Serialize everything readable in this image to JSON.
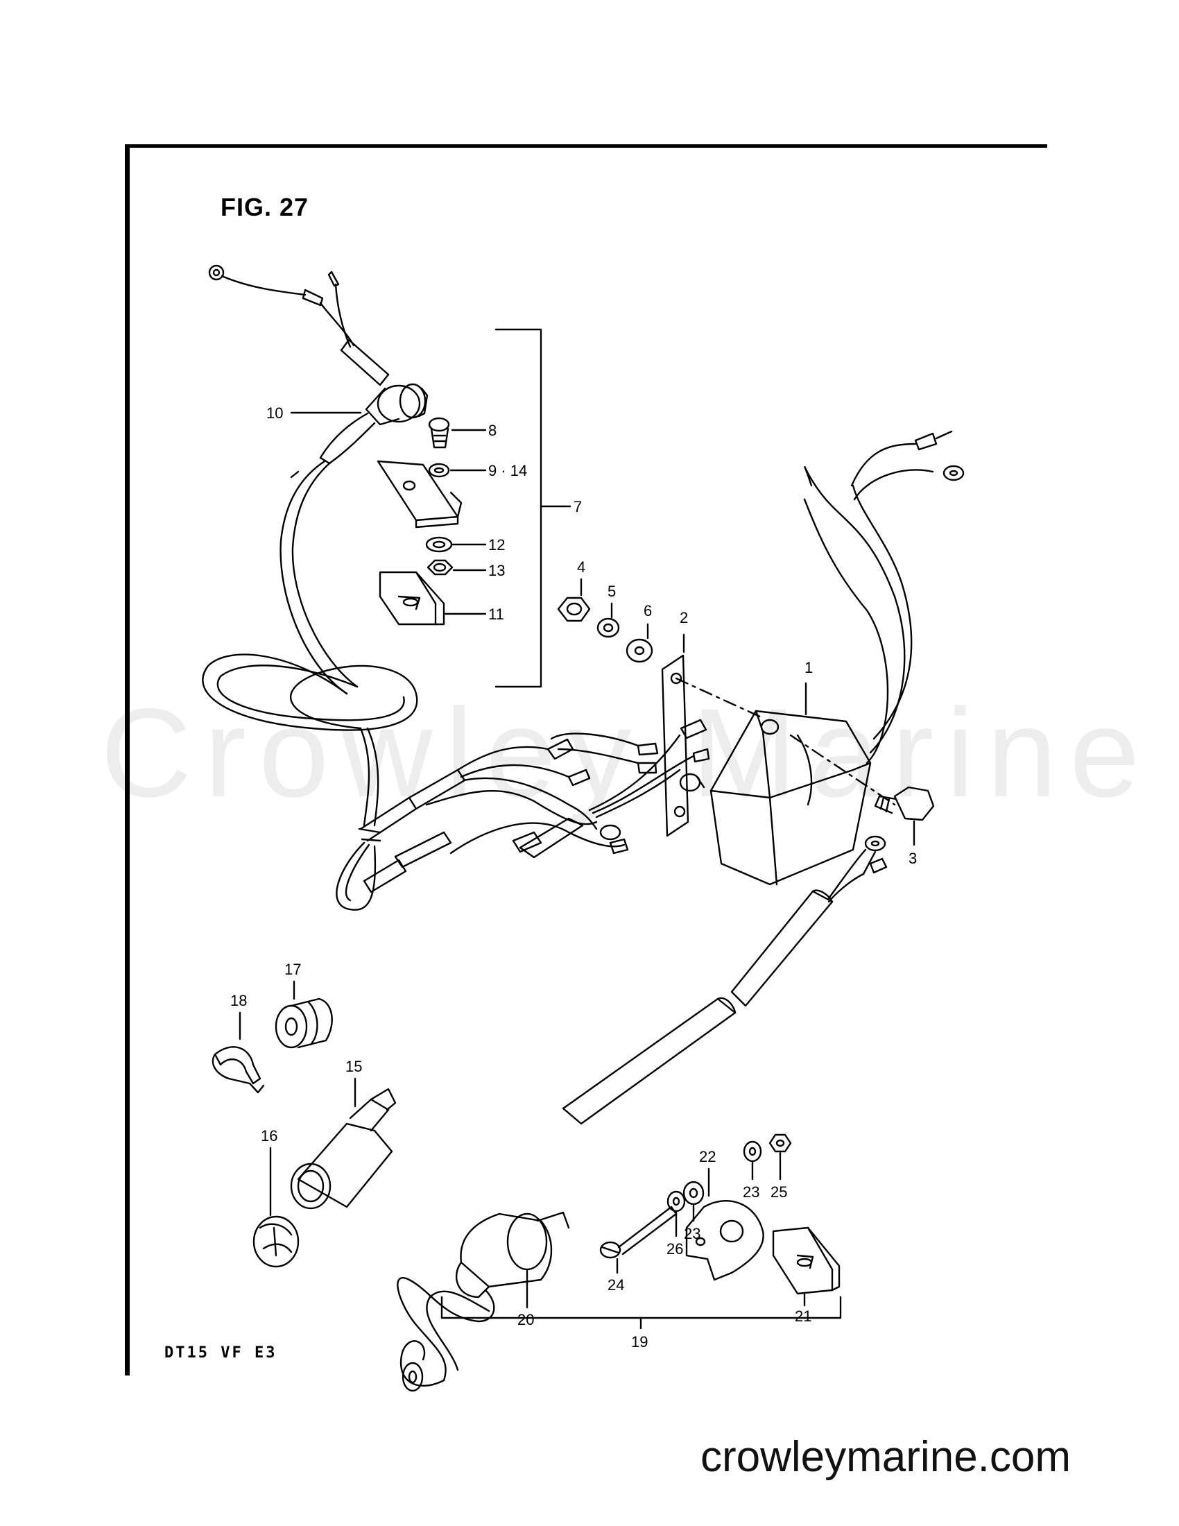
{
  "figure": {
    "title": "FIG. 27",
    "model": "DT15 VF E3"
  },
  "watermark": "Crowley Marine",
  "site_url": "crowleymarine.com",
  "callouts": {
    "c1": "1",
    "c2": "2",
    "c3": "3",
    "c4": "4",
    "c5": "5",
    "c6": "6",
    "c7": "7",
    "c8": "8",
    "c9_14": "9 · 14",
    "c10": "10",
    "c11": "11",
    "c12": "12",
    "c13": "13",
    "c15": "15",
    "c16": "16",
    "c17": "17",
    "c18": "18",
    "c19": "19",
    "c20": "20",
    "c21": "21",
    "c22": "22",
    "c23a": "23",
    "c23b": "23",
    "c24": "24",
    "c25": "25",
    "c26": "26"
  }
}
